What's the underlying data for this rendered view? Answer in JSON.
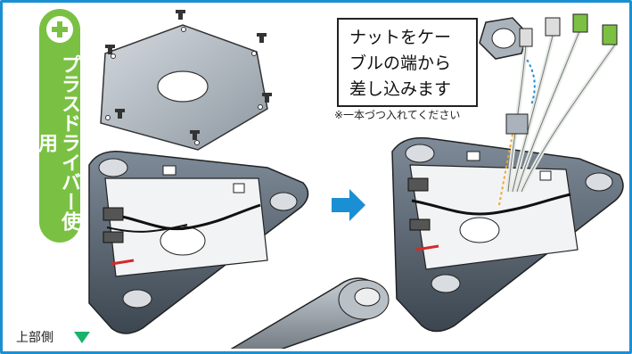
{
  "badge": {
    "icon": "plus-icon",
    "text": "プラスドライバー使用",
    "color": "#7ac143"
  },
  "callout": {
    "text": "ナットをケー\nブルの端から\n差し込みます"
  },
  "note": "※一本づつ入れてください",
  "side_label": "上部側",
  "side_icon": "triangle-down-icon",
  "arrow_icon": "arrow-right-icon",
  "colors": {
    "frame": "#1a8fd3",
    "accent_green": "#19b36b",
    "arrow_blue": "#1a8fd3"
  }
}
